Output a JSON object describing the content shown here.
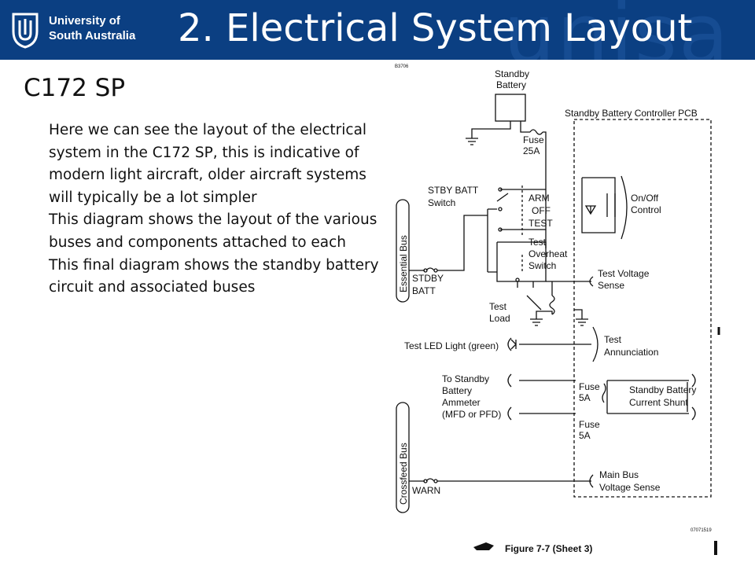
{
  "header": {
    "university_line1": "University of",
    "university_line2": "South Australia",
    "title": "2. Electrical System Layout",
    "watermark": "unisa"
  },
  "subtitle": "C172 SP",
  "body": {
    "paragraphs": [
      "Here we can see the layout of the electrical system in the C172 SP, this is indicative of modern light aircraft, older aircraft systems will typically be a lot simpler",
      "This diagram shows the layout of the various buses and components attached to each",
      "This final diagram shows the standby battery circuit and associated buses"
    ]
  },
  "diagram": {
    "top_code": "B3706",
    "standby_battery": [
      "Standby",
      "Battery"
    ],
    "controller_pcb": "Standby Battery Controller PCB",
    "fuse_main": [
      "Fuse",
      "25A"
    ],
    "stby_batt_switch": [
      "STBY BATT",
      "Switch"
    ],
    "switch_positions": [
      "ARM",
      "OFF",
      "TEST"
    ],
    "on_off_control": [
      "On/Off",
      "Control"
    ],
    "essential_bus": "Essential Bus",
    "test_overheat_switch": [
      "Test",
      "Overheat",
      "Switch"
    ],
    "stdby_batt": [
      "STDBY",
      "BATT"
    ],
    "test_voltage_sense": [
      "Test Voltage",
      "Sense"
    ],
    "test_load": [
      "Test",
      "Load"
    ],
    "test_led_light": "Test LED Light (green)",
    "test_annunciation": [
      "Test",
      "Annunciation"
    ],
    "to_standby_ammeter": [
      "To Standby",
      "Battery",
      "Ammeter",
      "(MFD or PFD)"
    ],
    "fuse_5a_top": [
      "Fuse",
      "5A"
    ],
    "fuse_5a_bottom": [
      "Fuse",
      "5A"
    ],
    "current_shunt": [
      "Standby Battery",
      "Current Shunt"
    ],
    "crossfeed_bus": "Crossfeed Bus",
    "warn": "WARN",
    "main_bus_voltage_sense": [
      "Main Bus",
      "Voltage Sense"
    ],
    "figure_code": "07071519",
    "figure_caption": "Figure 7-7 (Sheet 3)"
  }
}
